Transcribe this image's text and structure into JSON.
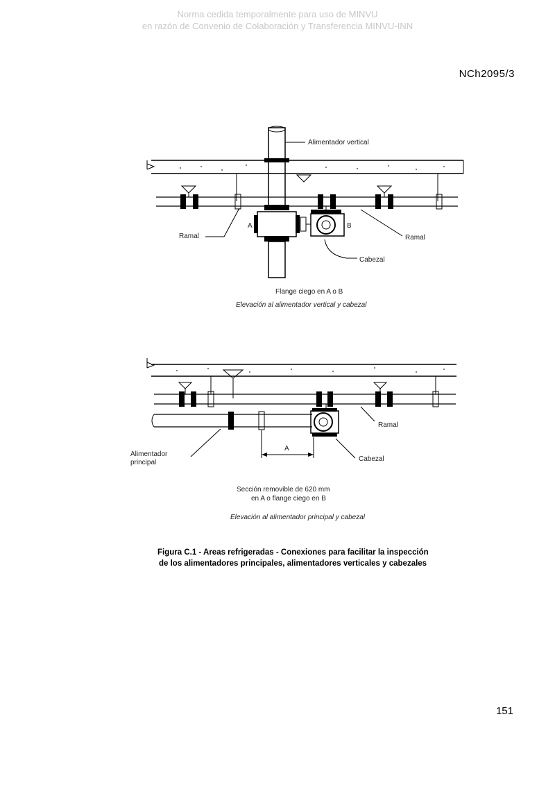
{
  "watermark": {
    "line1": "Norma cedida temporalmente para uso de MINVU",
    "line2": "en razón de Convenio de Colaboración y Transferencia MINVU-INN"
  },
  "header": {
    "standard_code": "NCh2095/3"
  },
  "figure_top": {
    "labels": {
      "vertical_feeder": "Alimentador vertical",
      "branch_left": "Ramal",
      "branch_right": "Ramal",
      "point_a": "A",
      "point_b": "B",
      "header_pipe": "Cabezal"
    },
    "note": "Flange ciego en A o B",
    "caption": "Elevación al alimentador vertical y cabezal"
  },
  "figure_bottom": {
    "labels": {
      "branch": "Ramal",
      "main_feeder_line1": "Alimentador",
      "main_feeder_line2": "principal",
      "dimension_a": "A",
      "header_pipe": "Cabezal"
    },
    "note_line1": "Sección removible de 620 mm",
    "note_line2": "en A o flange ciego en B",
    "caption": "Elevación al alimentador principal y cabezal"
  },
  "figure_caption": {
    "line1": "Figura C.1 -   Areas refrigeradas - Conexiones para facilitar la inspección",
    "line2": "de los alimentadores principales, alimentadores verticales y cabezales"
  },
  "footer": {
    "page_number": "151"
  }
}
